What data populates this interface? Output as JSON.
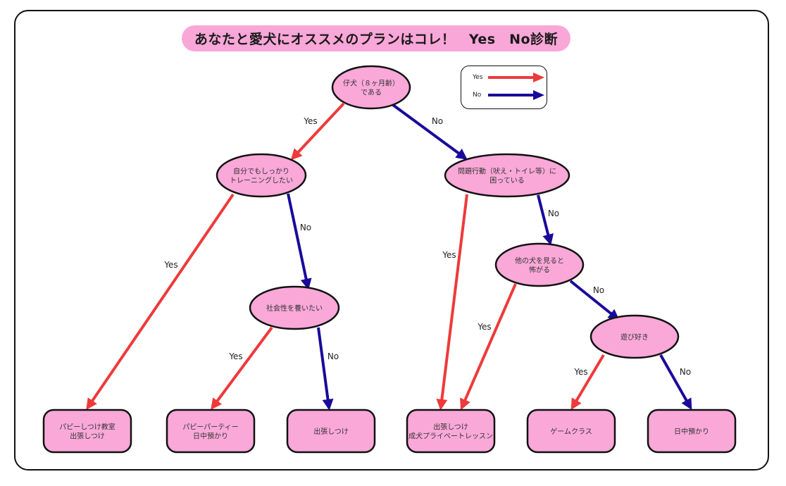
{
  "title": "あなたと愛犬にオススメのプランはコレ！　Yes　No診断",
  "colors": {
    "yes": "#ee3a3a",
    "no": "#1a0a9a",
    "node_fill": "#f9a8d8",
    "stroke": "#111111"
  },
  "legend": {
    "yes_label": "Yes",
    "no_label": "No"
  },
  "nodes": [
    {
      "id": "q1",
      "type": "question",
      "lines": [
        "仔犬（８ヶ月齢）",
        "である"
      ]
    },
    {
      "id": "q2",
      "type": "question",
      "lines": [
        "自分でもしっかり",
        "トレーニングしたい"
      ]
    },
    {
      "id": "q3",
      "type": "question",
      "lines": [
        "問題行動（吠え・トイレ等）に",
        "困っている"
      ]
    },
    {
      "id": "q4",
      "type": "question",
      "lines": [
        "社会性を養いたい"
      ]
    },
    {
      "id": "q5",
      "type": "question",
      "lines": [
        "他の犬を見ると",
        "怖がる"
      ]
    },
    {
      "id": "q6",
      "type": "question",
      "lines": [
        "遊び好き"
      ]
    },
    {
      "id": "r1",
      "type": "result",
      "lines": [
        "パピーしつけ教室",
        "出張しつけ"
      ]
    },
    {
      "id": "r2",
      "type": "result",
      "lines": [
        "パピーパーティー",
        "日中預かり"
      ]
    },
    {
      "id": "r3",
      "type": "result",
      "lines": [
        "出張しつけ"
      ]
    },
    {
      "id": "r4",
      "type": "result",
      "lines": [
        "出張しつけ",
        "成犬プライベートレッスン"
      ]
    },
    {
      "id": "r5",
      "type": "result",
      "lines": [
        "ゲームクラス"
      ]
    },
    {
      "id": "r6",
      "type": "result",
      "lines": [
        "日中預かり"
      ]
    }
  ],
  "edges": [
    {
      "from": "q1",
      "to": "q2",
      "label": "Yes",
      "kind": "yes"
    },
    {
      "from": "q1",
      "to": "q3",
      "label": "No",
      "kind": "no"
    },
    {
      "from": "q2",
      "to": "r1",
      "label": "Yes",
      "kind": "yes"
    },
    {
      "from": "q2",
      "to": "q4",
      "label": "No",
      "kind": "no"
    },
    {
      "from": "q4",
      "to": "r2",
      "label": "Yes",
      "kind": "yes"
    },
    {
      "from": "q4",
      "to": "r3",
      "label": "No",
      "kind": "no"
    },
    {
      "from": "q3",
      "to": "r4",
      "label": "Yes",
      "kind": "yes"
    },
    {
      "from": "q3",
      "to": "q5",
      "label": "No",
      "kind": "no"
    },
    {
      "from": "q5",
      "to": "r4",
      "label": "Yes",
      "kind": "yes"
    },
    {
      "from": "q5",
      "to": "q6",
      "label": "No",
      "kind": "no"
    },
    {
      "from": "q6",
      "to": "r5",
      "label": "Yes",
      "kind": "yes"
    },
    {
      "from": "q6",
      "to": "r6",
      "label": "No",
      "kind": "no"
    }
  ]
}
